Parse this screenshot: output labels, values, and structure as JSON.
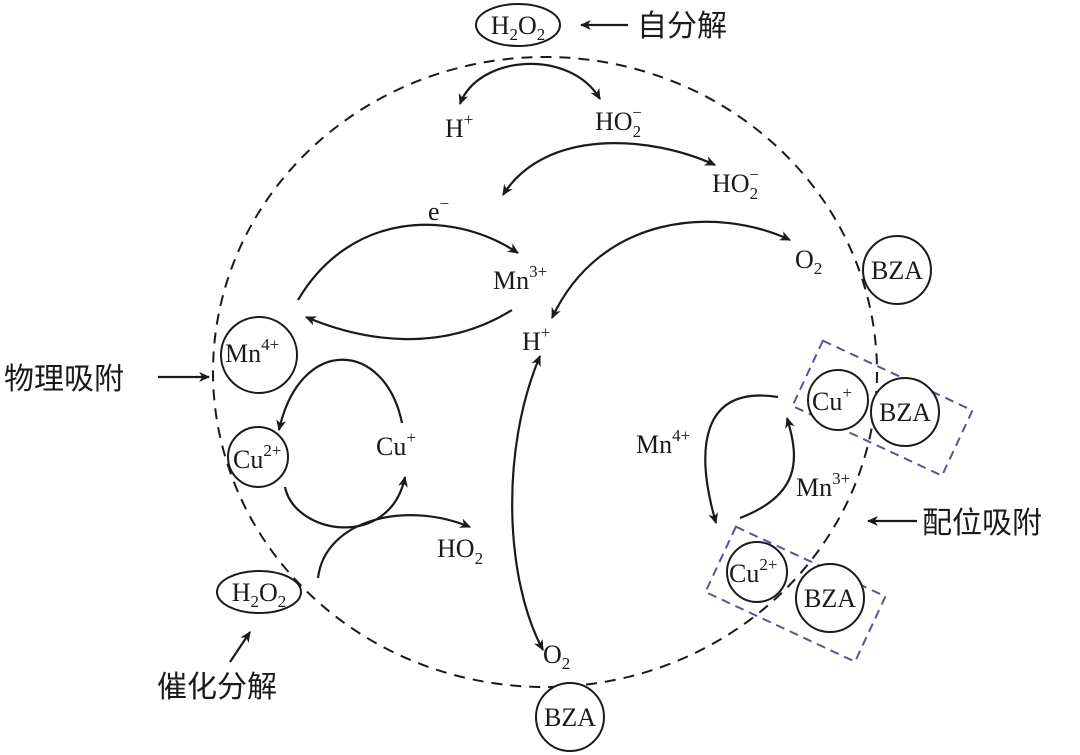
{
  "species": {
    "h2o2_top": [
      "H",
      "2",
      "O",
      "2"
    ],
    "h2o2_bottom": [
      "H",
      "2",
      "O",
      "2"
    ],
    "h_plus_top": [
      "H",
      "+"
    ],
    "ho2_minus_1": [
      "HO",
      "2",
      "−"
    ],
    "ho2_minus_2": [
      "HO",
      "2",
      "−"
    ],
    "electron": [
      "e",
      "−"
    ],
    "mn3_center": [
      "Mn",
      "3+"
    ],
    "o2_top": [
      "O",
      "2"
    ],
    "h_plus_mid": [
      "H",
      "+"
    ],
    "mn4_left": [
      "Mn",
      "4+"
    ],
    "cu2_left": [
      "Cu",
      "2+"
    ],
    "cu_plus_left": [
      "Cu",
      "+"
    ],
    "ho2": [
      "HO",
      "2"
    ],
    "o2_bottom": [
      "O",
      "2"
    ],
    "mn4_right": [
      "Mn",
      "4+"
    ],
    "mn3_right": [
      "Mn",
      "3+"
    ],
    "cu_plus_right": [
      "Cu",
      "+"
    ],
    "cu2_right": [
      "Cu",
      "2+"
    ]
  },
  "bza_labels": {
    "right_top": "BZA",
    "cu_plus_complex": "BZA",
    "cu2_complex": "BZA",
    "bottom": "BZA"
  },
  "process_labels": {
    "self_decomposition": "自分解",
    "physical_adsorption": "物理吸附",
    "coordination_adsorption": "配位吸附",
    "catalytic_decomposition": "催化分解"
  },
  "colors": {
    "ink": "#1a1a1a",
    "complex_box": "#55559a"
  }
}
